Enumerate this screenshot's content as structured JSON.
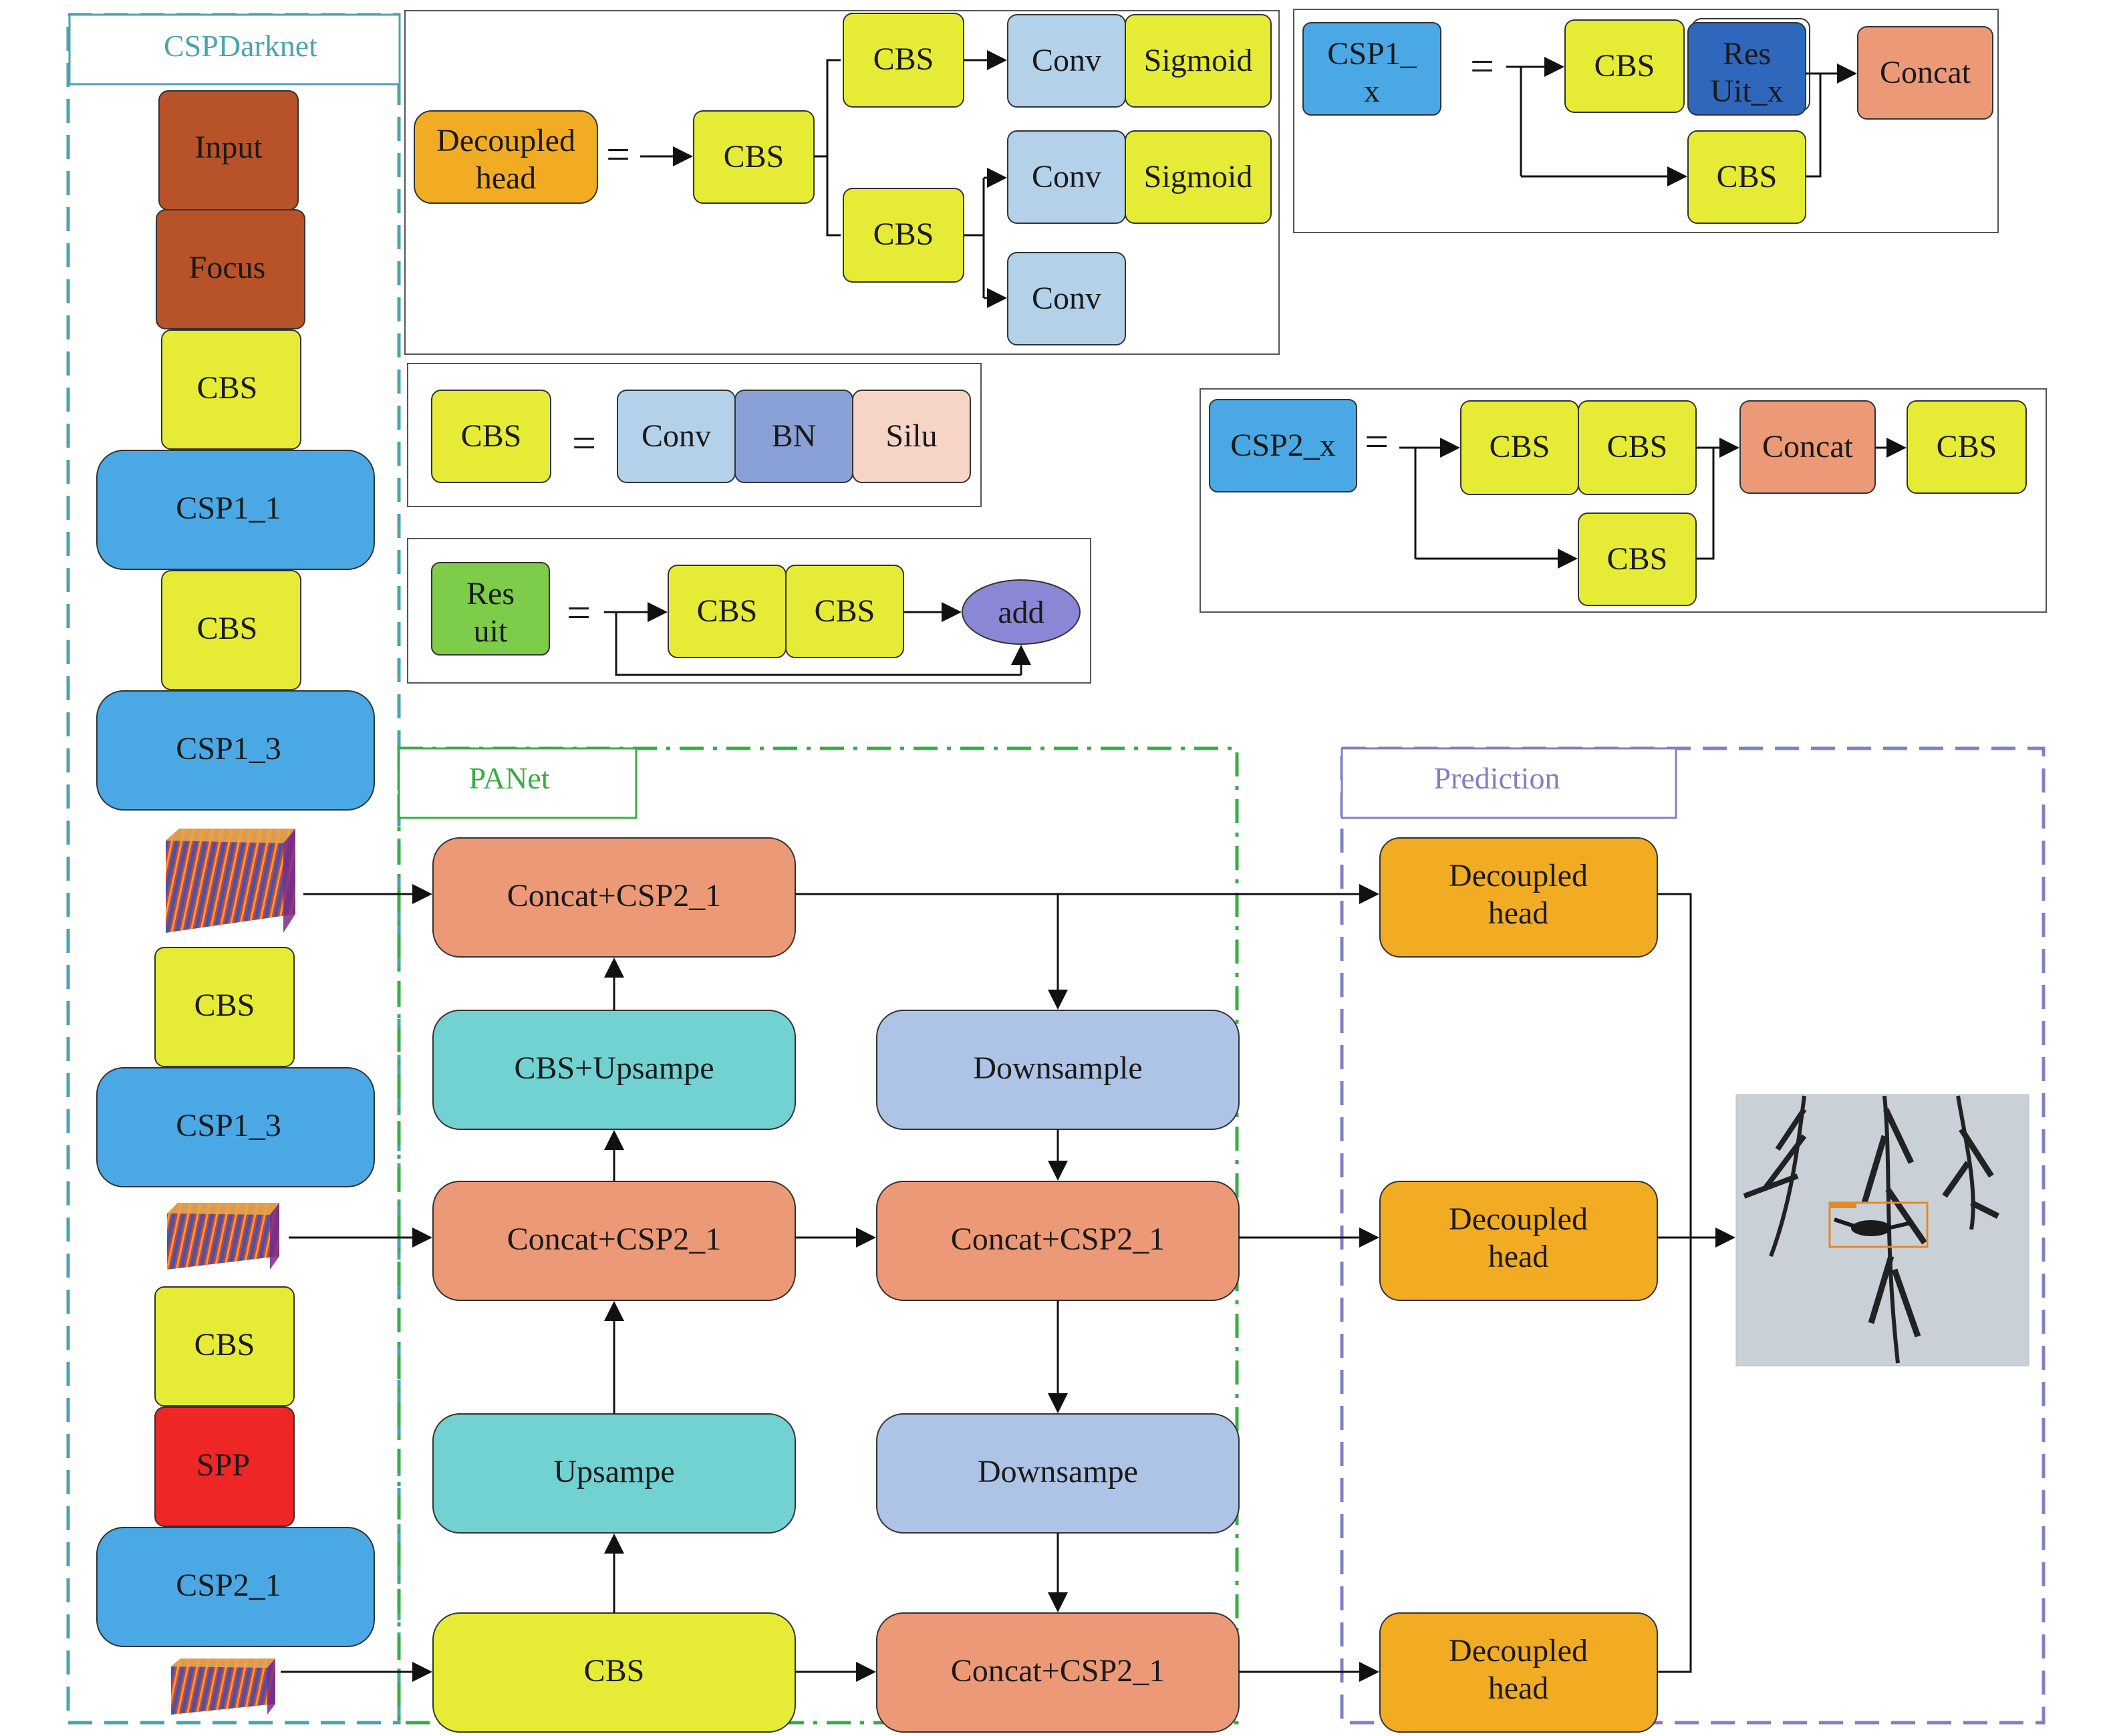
{
  "sections": {
    "backbone_title": "CSPDarknet",
    "neck_title": "PANet",
    "prediction_title": "Prediction"
  },
  "colors": {
    "cbs": "#e6ec35",
    "csp": "#4aa8e4",
    "input": "#b85228",
    "spp": "#ee2626",
    "concat": "#eb9977",
    "upsample": "#72d1d1",
    "downsample": "#aec4e6",
    "decoupled": "#f1ac24",
    "conv": "#b3d1e8",
    "bn": "#8aa1d8",
    "silu": "#f6d5c7",
    "resunit": "#7dcd4b",
    "add": "#8a88d4",
    "resuit_x": "#2f67bd",
    "backbone_frame": "#4aa3ae",
    "neck_frame": "#3aac45",
    "prediction_frame": "#8080c4"
  },
  "backbone": {
    "input": "Input",
    "focus": "Focus",
    "cbs_1": "CBS",
    "csp1_1": "CSP1_1",
    "cbs_2": "CBS",
    "csp1_3_a": "CSP1_3",
    "cbs_3": "CBS",
    "csp1_3_b": "CSP1_3",
    "cbs_4": "CBS",
    "spp": "SPP",
    "csp2_1": "CSP2_1"
  },
  "neck": {
    "concat_top": "Concat+CSP2_1",
    "cbs_upsampe": "CBS+Upsampe",
    "downsample": "Downsample",
    "concat_mid_left": "Concat+CSP2_1",
    "concat_mid_right": "Concat+CSP2_1",
    "upsampe": "Upsampe",
    "downsampe": "Downsampe",
    "cbs_bottom": "CBS",
    "concat_bottom": "Concat+CSP2_1"
  },
  "prediction": {
    "head_1": [
      "Decoupled",
      "head"
    ],
    "head_2": [
      "Decoupled",
      "head"
    ],
    "head_3": [
      "Decoupled",
      "head"
    ]
  },
  "legend_decoupled": {
    "lhs": [
      "Decoupled",
      "head"
    ],
    "cbs_a": "CBS",
    "cbs_b": "CBS",
    "cbs_c": "CBS",
    "conv_a": "Conv",
    "sigmoid_a": "Sigmoid",
    "conv_b": "Conv",
    "sigmoid_b": "Sigmoid",
    "conv_c": "Conv"
  },
  "legend_cbs": {
    "lhs": "CBS",
    "conv": "Conv",
    "bn": "BN",
    "silu": "Silu"
  },
  "legend_resunit": {
    "lhs": [
      "Res",
      "uit"
    ],
    "cbs_a": "CBS",
    "cbs_b": "CBS",
    "add": "add"
  },
  "legend_csp1": {
    "lhs": [
      "CSP1_",
      "x"
    ],
    "cbs_a": "CBS",
    "resuit": [
      "Res",
      "Uit_x"
    ],
    "concat": "Concat",
    "cbs_b": "CBS"
  },
  "legend_csp2": {
    "lhs": "CSP2_x",
    "cbs_a": "CBS",
    "cbs_b": "CBS",
    "concat": "Concat",
    "cbs_c": "CBS",
    "cbs_d": "CBS"
  },
  "equals_sign": "="
}
